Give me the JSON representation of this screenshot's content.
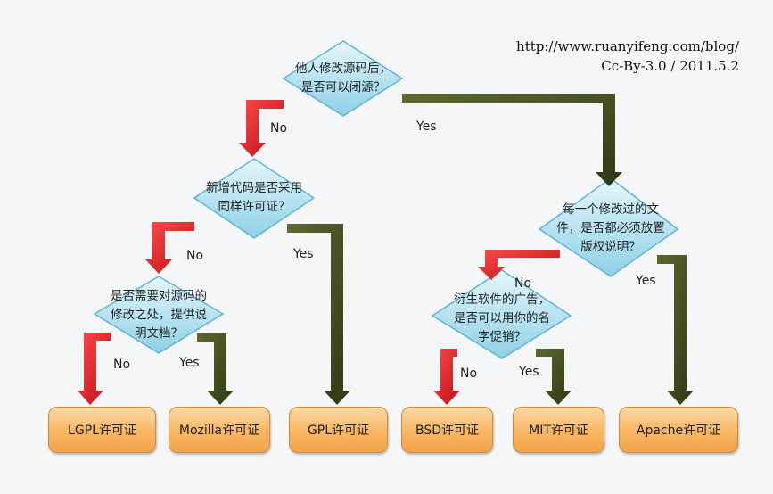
{
  "credit": {
    "url": "http://www.ruanyifeng.com/blog/",
    "license": "Cc-By-3.0 / 2011.5.2"
  },
  "decisions": [
    {
      "id": "closed-source",
      "lines": [
        "他人修改源码后，",
        "是否可以闭源？"
      ]
    },
    {
      "id": "same-license",
      "lines": [
        "新增代码是否采用",
        "同样许可证？"
      ]
    },
    {
      "id": "document-changes",
      "lines": [
        "是否需要对源码的",
        "修改之处，提供说",
        "明文档？"
      ]
    },
    {
      "id": "copyright-notice",
      "lines": [
        "每一个修改过的文",
        "件，是否都必须放置",
        "版权说明？"
      ]
    },
    {
      "id": "advertising",
      "lines": [
        "衍生软件的广告，",
        "是否可以用你的名",
        "字促销？"
      ]
    }
  ],
  "edges": [
    {
      "id": "closed-source-no",
      "label": "No"
    },
    {
      "id": "closed-source-yes",
      "label": "Yes"
    },
    {
      "id": "same-license-no",
      "label": "No"
    },
    {
      "id": "same-license-yes",
      "label": "Yes"
    },
    {
      "id": "document-changes-no",
      "label": "No"
    },
    {
      "id": "document-changes-yes",
      "label": "Yes"
    },
    {
      "id": "copyright-notice-no",
      "label": "No"
    },
    {
      "id": "copyright-notice-yes",
      "label": "Yes"
    },
    {
      "id": "advertising-no",
      "label": "No"
    },
    {
      "id": "advertising-yes",
      "label": "Yes"
    }
  ],
  "licenses": [
    {
      "id": "lgpl",
      "label": "LGPL许可证"
    },
    {
      "id": "mozilla",
      "label": "Mozilla许可证"
    },
    {
      "id": "gpl",
      "label": "GPL许可证"
    },
    {
      "id": "bsd",
      "label": "BSD许可证"
    },
    {
      "id": "mit",
      "label": "MIT许可证"
    },
    {
      "id": "apache",
      "label": "Apache许可证"
    }
  ],
  "colors": {
    "no_arrow": "#d3141b",
    "yes_arrow": "#3f4a1f",
    "diamond_fill": "#b7e2f0",
    "diamond_edge": "#5fb3d4",
    "result_fill": "#f7b560"
  }
}
